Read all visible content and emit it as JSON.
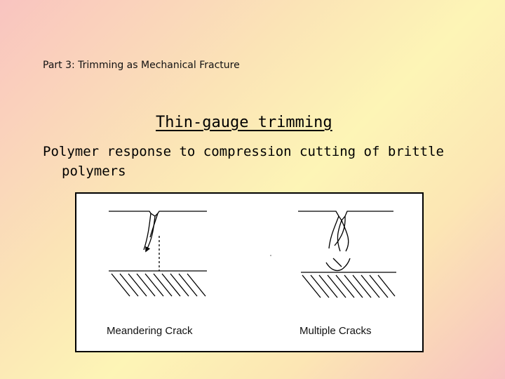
{
  "slide": {
    "part_heading": "Part 3: Trimming as Mechanical Fracture",
    "title": "Thin-gauge trimming",
    "body": "Polymer response to compression cutting of brittle polymers"
  },
  "figure": {
    "left_panel": {
      "caption": "Meandering Crack"
    },
    "right_panel": {
      "caption": "Multiple Cracks"
    }
  }
}
